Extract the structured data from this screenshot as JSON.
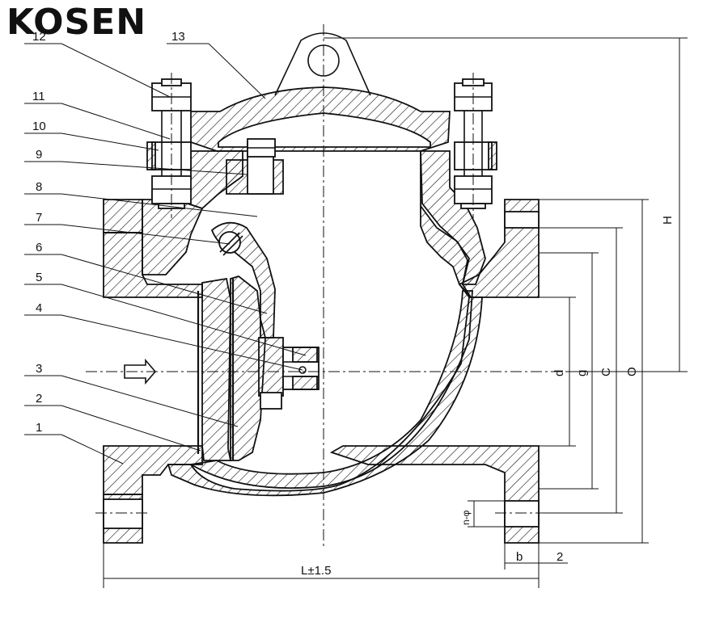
{
  "brand": {
    "logo_text": "KOSEN"
  },
  "part_numbers": [
    "1",
    "2",
    "3",
    "4",
    "5",
    "6",
    "7",
    "8",
    "9",
    "10",
    "11",
    "12",
    "13"
  ],
  "dimensions": {
    "length": "L±1.5",
    "height": "H",
    "d": "d",
    "g": "g",
    "c": "C",
    "o": "O",
    "bolt_holes": "n-φ",
    "b": "b",
    "two": "2"
  },
  "flow_arrow": "flow-direction-arrow"
}
